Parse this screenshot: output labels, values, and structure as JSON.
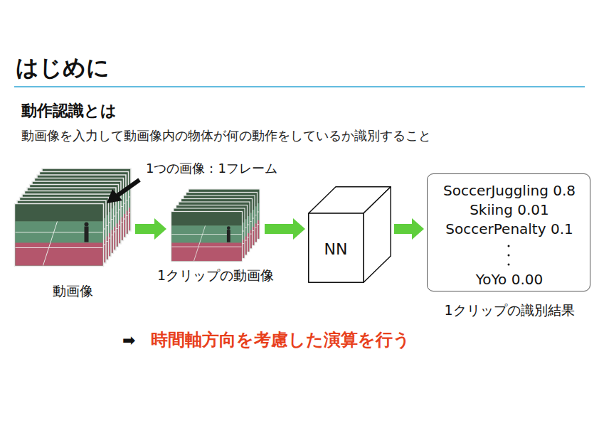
{
  "diagram": {
    "title": "はじめに",
    "nodes": [
      {
        "text": [
          "動画像"
        ]
      },
      {
        "text": [
          "1クリップの動画像"
        ]
      },
      {
        "text": [
          "NN"
        ]
      },
      {
        "text": [
          "SoccerJuggling 0.8",
          "Skiing 0.01",
          "SoccerPenalty 0.1",
          "YoYo 0.00",
          "1クリップの識別結果"
        ]
      }
    ],
    "edges": [
      {
        "from": 0,
        "to": 1,
        "arrow": "to"
      },
      {
        "from": 1,
        "to": 2,
        "arrow": "to"
      },
      {
        "from": 2,
        "to": 3,
        "arrow": "to"
      }
    ],
    "labels": [
      "動作認識とは",
      "動画像を入力して動画像内の物体が何の動作をしているか識別すること",
      "1つの画像：1フレーム",
      "➡",
      "時間軸方向を考慮した演算を行う"
    ]
  }
}
